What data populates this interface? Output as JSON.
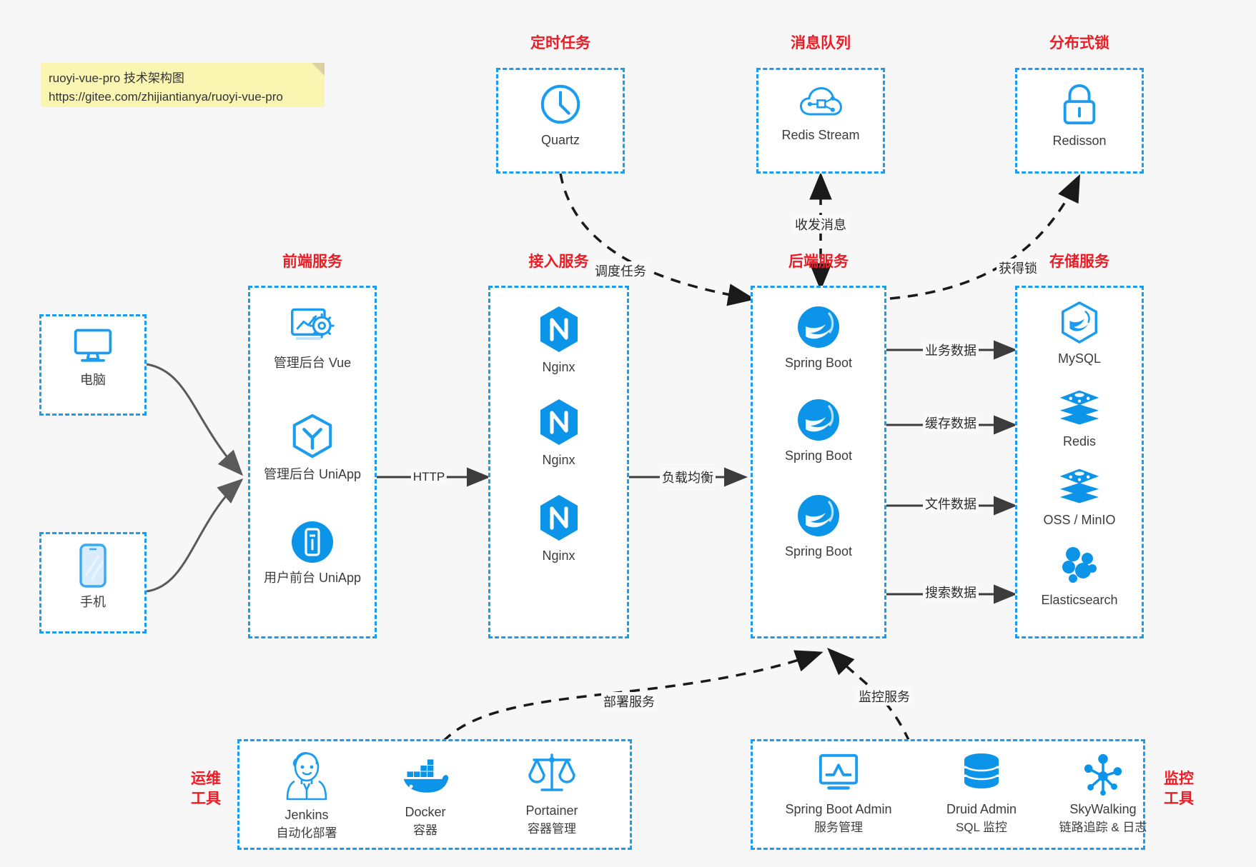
{
  "note": {
    "line1": "ruoyi-vue-pro 技术架构图",
    "line2": "https://gitee.com/zhijiantianya/ruoyi-vue-pro"
  },
  "colors": {
    "accent": "#1a9cf0",
    "title": "#ed1c24",
    "text": "#3c3c3c",
    "edge": "#3c3c3c",
    "note_bg": "#fbf5b2",
    "canvas_bg": "#f7f7f7"
  },
  "groups": {
    "scheduler": {
      "title": "定时任务",
      "nodes": [
        {
          "label": "Quartz",
          "icon": "clock-icon"
        }
      ]
    },
    "mq": {
      "title": "消息队列",
      "nodes": [
        {
          "label": "Redis Stream",
          "icon": "cloud-network-icon"
        }
      ]
    },
    "lock": {
      "title": "分布式锁",
      "nodes": [
        {
          "label": "Redisson",
          "icon": "lock-icon"
        }
      ]
    },
    "devices": {
      "nodes": [
        {
          "label": "电脑",
          "icon": "desktop-monitor-icon"
        },
        {
          "label": "手机",
          "icon": "mobile-phone-icon"
        }
      ]
    },
    "frontend": {
      "title": "前端服务",
      "nodes": [
        {
          "label": "管理后台 Vue",
          "icon": "dashboard-gear-icon"
        },
        {
          "label": "管理后台 UniApp",
          "icon": "uniapp-cube-icon"
        },
        {
          "label": "用户前台 UniApp",
          "icon": "mobile-circle-icon"
        }
      ]
    },
    "gateway": {
      "title": "接入服务",
      "nodes": [
        {
          "label": "Nginx",
          "icon": "nginx-icon"
        },
        {
          "label": "Nginx",
          "icon": "nginx-icon"
        },
        {
          "label": "Nginx",
          "icon": "nginx-icon"
        }
      ]
    },
    "backend": {
      "title": "后端服务",
      "nodes": [
        {
          "label": "Spring Boot",
          "icon": "spring-boot-icon"
        },
        {
          "label": "Spring Boot",
          "icon": "spring-boot-icon"
        },
        {
          "label": "Spring Boot",
          "icon": "spring-boot-icon"
        }
      ]
    },
    "storage": {
      "title": "存储服务",
      "nodes": [
        {
          "label": "MySQL",
          "icon": "mysql-dolphin-icon"
        },
        {
          "label": "Redis",
          "icon": "redis-stack-icon"
        },
        {
          "label": "OSS / MinIO",
          "icon": "oss-stack-icon"
        },
        {
          "label": "Elasticsearch",
          "icon": "elasticsearch-icon"
        }
      ]
    },
    "devops": {
      "title": "运维\n工具",
      "title_line1": "运维",
      "title_line2": "工具",
      "nodes": [
        {
          "label": "Jenkins",
          "sub": "自动化部署",
          "icon": "jenkins-butler-icon"
        },
        {
          "label": "Docker",
          "sub": "容器",
          "icon": "docker-whale-icon"
        },
        {
          "label": "Portainer",
          "sub": "容器管理",
          "icon": "portainer-scale-icon"
        }
      ]
    },
    "monitor": {
      "title_line1": "监控",
      "title_line2": "工具",
      "nodes": [
        {
          "label": "Spring Boot Admin",
          "sub": "服务管理",
          "icon": "monitor-chart-icon"
        },
        {
          "label": "Druid Admin",
          "sub": "SQL 监控",
          "icon": "database-cylinder-icon"
        },
        {
          "label": "SkyWalking",
          "sub": "链路追踪 & 日志",
          "icon": "skywalking-network-icon"
        }
      ]
    }
  },
  "edges": [
    {
      "label": "调度任务",
      "from": "scheduler",
      "to": "backend",
      "style": "dashed"
    },
    {
      "label": "收发消息",
      "from": "mq",
      "to": "backend",
      "style": "dashed",
      "direction": "both"
    },
    {
      "label": "获得锁",
      "from": "backend",
      "to": "lock",
      "style": "dashed"
    },
    {
      "label": "HTTP",
      "from": "frontend",
      "to": "gateway",
      "style": "solid"
    },
    {
      "label": "负载均衡",
      "from": "gateway",
      "to": "backend",
      "style": "solid"
    },
    {
      "label": "业务数据",
      "from": "backend",
      "to": "storage",
      "style": "solid"
    },
    {
      "label": "缓存数据",
      "from": "backend",
      "to": "storage",
      "style": "solid"
    },
    {
      "label": "文件数据",
      "from": "backend",
      "to": "storage",
      "style": "solid"
    },
    {
      "label": "搜索数据",
      "from": "backend",
      "to": "storage",
      "style": "solid"
    },
    {
      "label": "部署服务",
      "from": "devops",
      "to": "backend",
      "style": "dashed"
    },
    {
      "label": "监控服务",
      "from": "monitor",
      "to": "backend",
      "style": "dashed"
    }
  ]
}
